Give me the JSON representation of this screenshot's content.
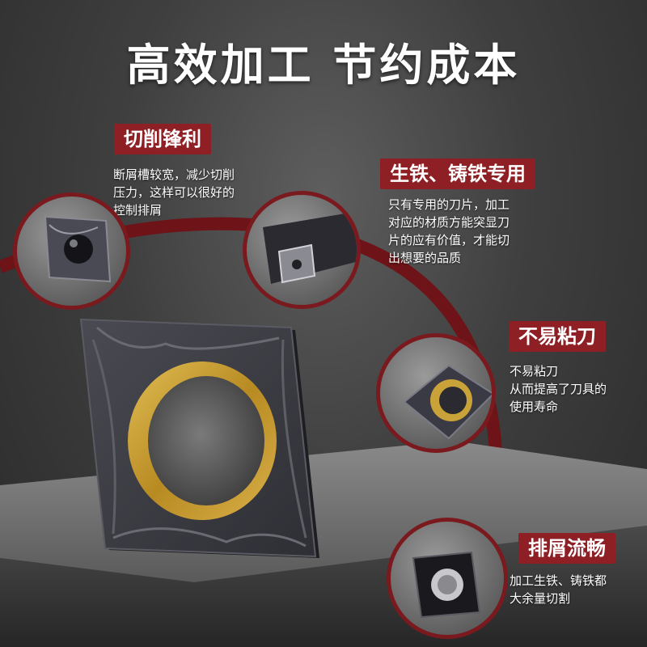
{
  "title": "高效加工   节约成本",
  "features": [
    {
      "label": "切削锋利",
      "lines": [
        "断屑槽较宽，减少切削",
        "压力，这样可以很好的",
        "控制排屑"
      ]
    },
    {
      "label": "生铁、铸铁专用",
      "lines": [
        "只有专用的刀片，加工",
        "对应的材质方能突显刀",
        "片的应有价值，才能切",
        "出想要的品质"
      ]
    },
    {
      "label": "不易粘刀",
      "lines": [
        "不易粘刀",
        "从而提高了刀具的",
        "使用寿命"
      ]
    },
    {
      "label": "排屑流畅",
      "lines": [
        "加工生铁、铸铁都",
        "大余量切割"
      ]
    }
  ],
  "colors": {
    "accent": "#8e1f24",
    "insert": "#3b3b42",
    "coating": "#c9a23a"
  }
}
